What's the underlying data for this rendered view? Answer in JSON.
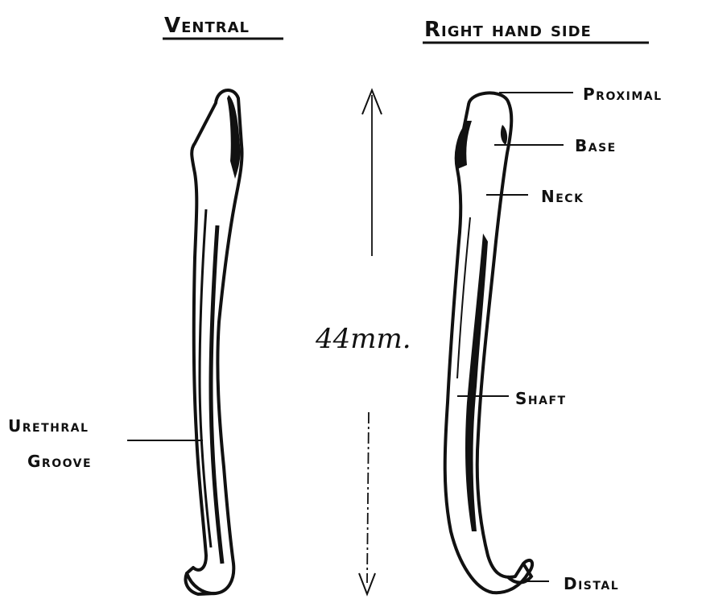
{
  "headings": {
    "ventral": "Ventral",
    "right_side": "Right hand side"
  },
  "labels": {
    "proximal": "Proximal",
    "base": "Base",
    "neck": "Neck",
    "shaft": "Shaft",
    "distal": "Distal",
    "urethral_line1": "Urethral",
    "urethral_line2": "Groove"
  },
  "measurement": {
    "length": "44mm."
  },
  "colors": {
    "ink": "#111111",
    "bone_fill": "#ffffff"
  }
}
